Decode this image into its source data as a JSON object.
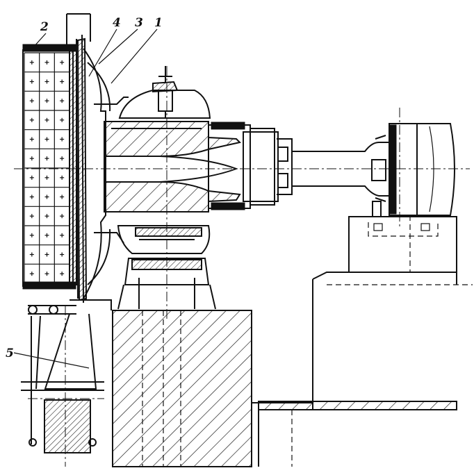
{
  "diagram": {
    "callouts": [
      {
        "id": "callout-2",
        "label": "2"
      },
      {
        "id": "callout-4",
        "label": "4"
      },
      {
        "id": "callout-3",
        "label": "3"
      },
      {
        "id": "callout-1",
        "label": "1"
      },
      {
        "id": "callout-5",
        "label": "5"
      }
    ]
  }
}
